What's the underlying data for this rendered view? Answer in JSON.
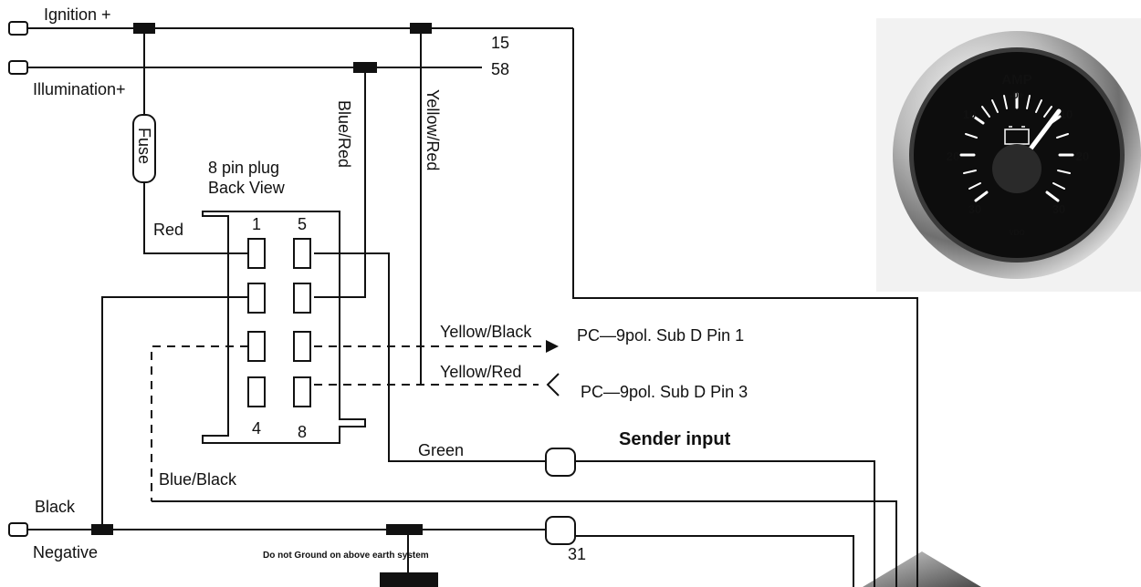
{
  "wires": {
    "ignition": "Ignition +",
    "terminal_15": "15",
    "illumination": "Illumination+",
    "terminal_58": "58",
    "fuse": "Fuse",
    "blue_red": "Blue/Red",
    "yellow_red_vertical": "Yellow/Red",
    "red": "Red",
    "yellow_black": "Yellow/Black",
    "yellow_red_data": "Yellow/Red",
    "green": "Green",
    "blue_black": "Blue/Black",
    "black": "Black",
    "negative": "Negative",
    "terminal_31": "31"
  },
  "plug": {
    "title_line1": "8 pin plug",
    "title_line2": "Back  View",
    "pin_1": "1",
    "pin_5": "5",
    "pin_4": "4",
    "pin_8": "8"
  },
  "connections": {
    "pc_pin1": "PC—9pol. Sub D Pin 1",
    "pc_pin3": "PC—9pol. Sub D Pin 3",
    "sender_input": "Sender input"
  },
  "notes": {
    "ground_warning": "Do not Ground on above earth system"
  },
  "gauge": {
    "title": "AMP",
    "zero_label": "-0+",
    "scale_left": [
      "10",
      "20",
      "30"
    ],
    "scale_right": [
      "10",
      "20",
      "30"
    ],
    "brand": "VDO"
  }
}
